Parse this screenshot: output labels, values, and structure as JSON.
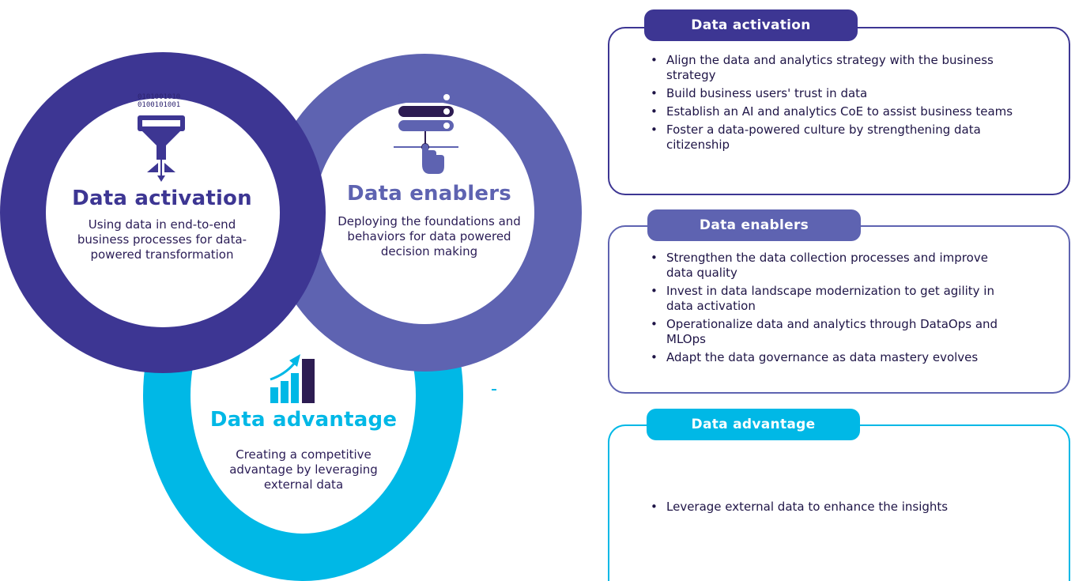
{
  "colors": {
    "activation": "#3d3693",
    "enablers": "#5e63b1",
    "advantage": "#00b8e6",
    "text": "#1e1446"
  },
  "circles": {
    "activation": {
      "icon": "funnel-icon",
      "binary_line1": "0101001010",
      "binary_line2": "0100101001",
      "title": "Data activation",
      "description": "Using data in end-to-end business processes for data-powered transformation"
    },
    "enablers": {
      "icon": "server-touch-icon",
      "title": "Data enablers",
      "description": "Deploying the foundations and behaviors for data powered decision making"
    },
    "advantage": {
      "icon": "growth-chart-icon",
      "title": "Data advantage",
      "description": "Creating a competitive advantage by leveraging external data"
    }
  },
  "panels": {
    "activation": {
      "title": "Data activation",
      "items": [
        "Align the data and analytics strategy with the business strategy",
        "Build business users' trust in data",
        "Establish an AI and analytics CoE to assist business teams",
        "Foster a data-powered culture by strengthening data citizenship"
      ]
    },
    "enablers": {
      "title": "Data enablers",
      "items": [
        "Strengthen the data collection processes and improve data quality",
        "Invest in data landscape modernization to get agility in data activation",
        "Operationalize data and analytics through DataOps and MLOps",
        "Adapt the data governance as data mastery evolves"
      ]
    },
    "advantage": {
      "title": "Data advantage",
      "items": [
        "Leverage external data to enhance the insights"
      ]
    }
  }
}
